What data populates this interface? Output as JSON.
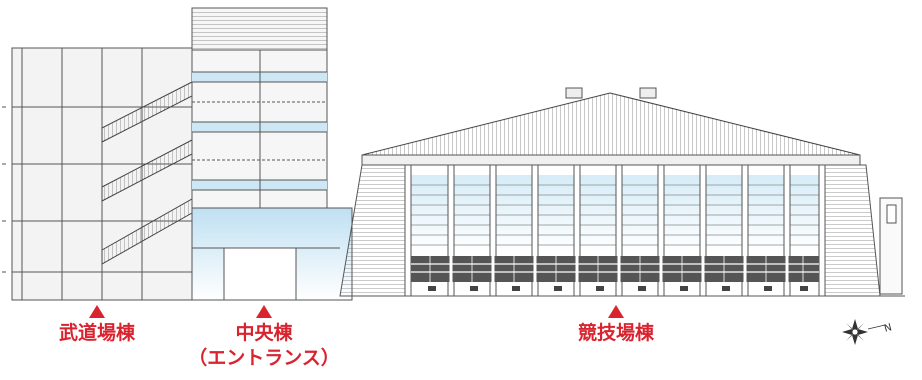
{
  "labels": {
    "budo": "武道場棟",
    "central": "中央棟",
    "central_sub": "（エントランス）",
    "arena": "競技場棟"
  },
  "compass": {
    "letter": "N"
  },
  "colors": {
    "label": "#d9232e",
    "line": "#5a5a5a",
    "glass": "#bfe0f2",
    "wall": "#f2f2f2"
  }
}
